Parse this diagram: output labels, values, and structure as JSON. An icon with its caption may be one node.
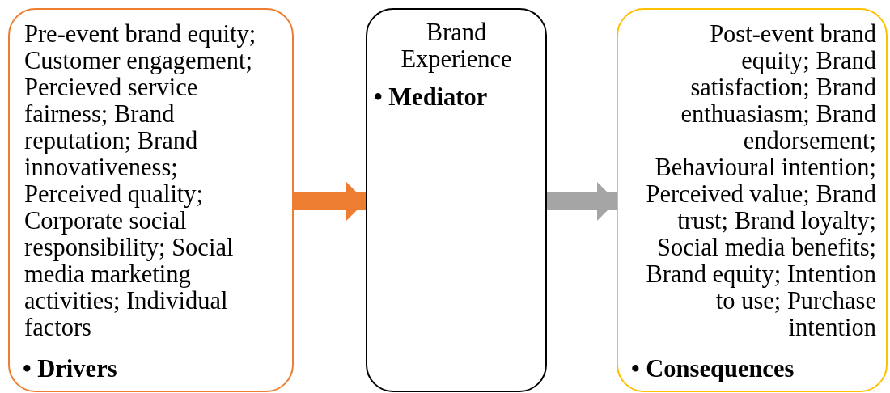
{
  "diagram": {
    "nodes": [
      {
        "text": [
          "Pre-event brand equity; Customer engagement; Percieved service fairness; Brand reputation; Brand innovativeness; Perceived quality; Corporate social responsibility; Social media marketing activities; Individual factors",
          "• Drivers"
        ]
      },
      {
        "text": [
          "Brand Experience",
          "• Mediator"
        ]
      },
      {
        "text": [
          "Post-event brand equity; Brand satisfaction; Brand enthuasiasm; Brand endorsement; Behavioural intention; Perceived value; Brand trust; Brand loyalty; Social media benefits; Brand equity; Intention to use; Purchase intention",
          "• Consequences"
        ]
      }
    ],
    "edges": [
      {
        "from": 0,
        "to": 1,
        "arrow": "to",
        "color": "#ed7d31"
      },
      {
        "from": 1,
        "to": 2,
        "arrow": "to",
        "color": "#a5a5a5"
      }
    ]
  }
}
